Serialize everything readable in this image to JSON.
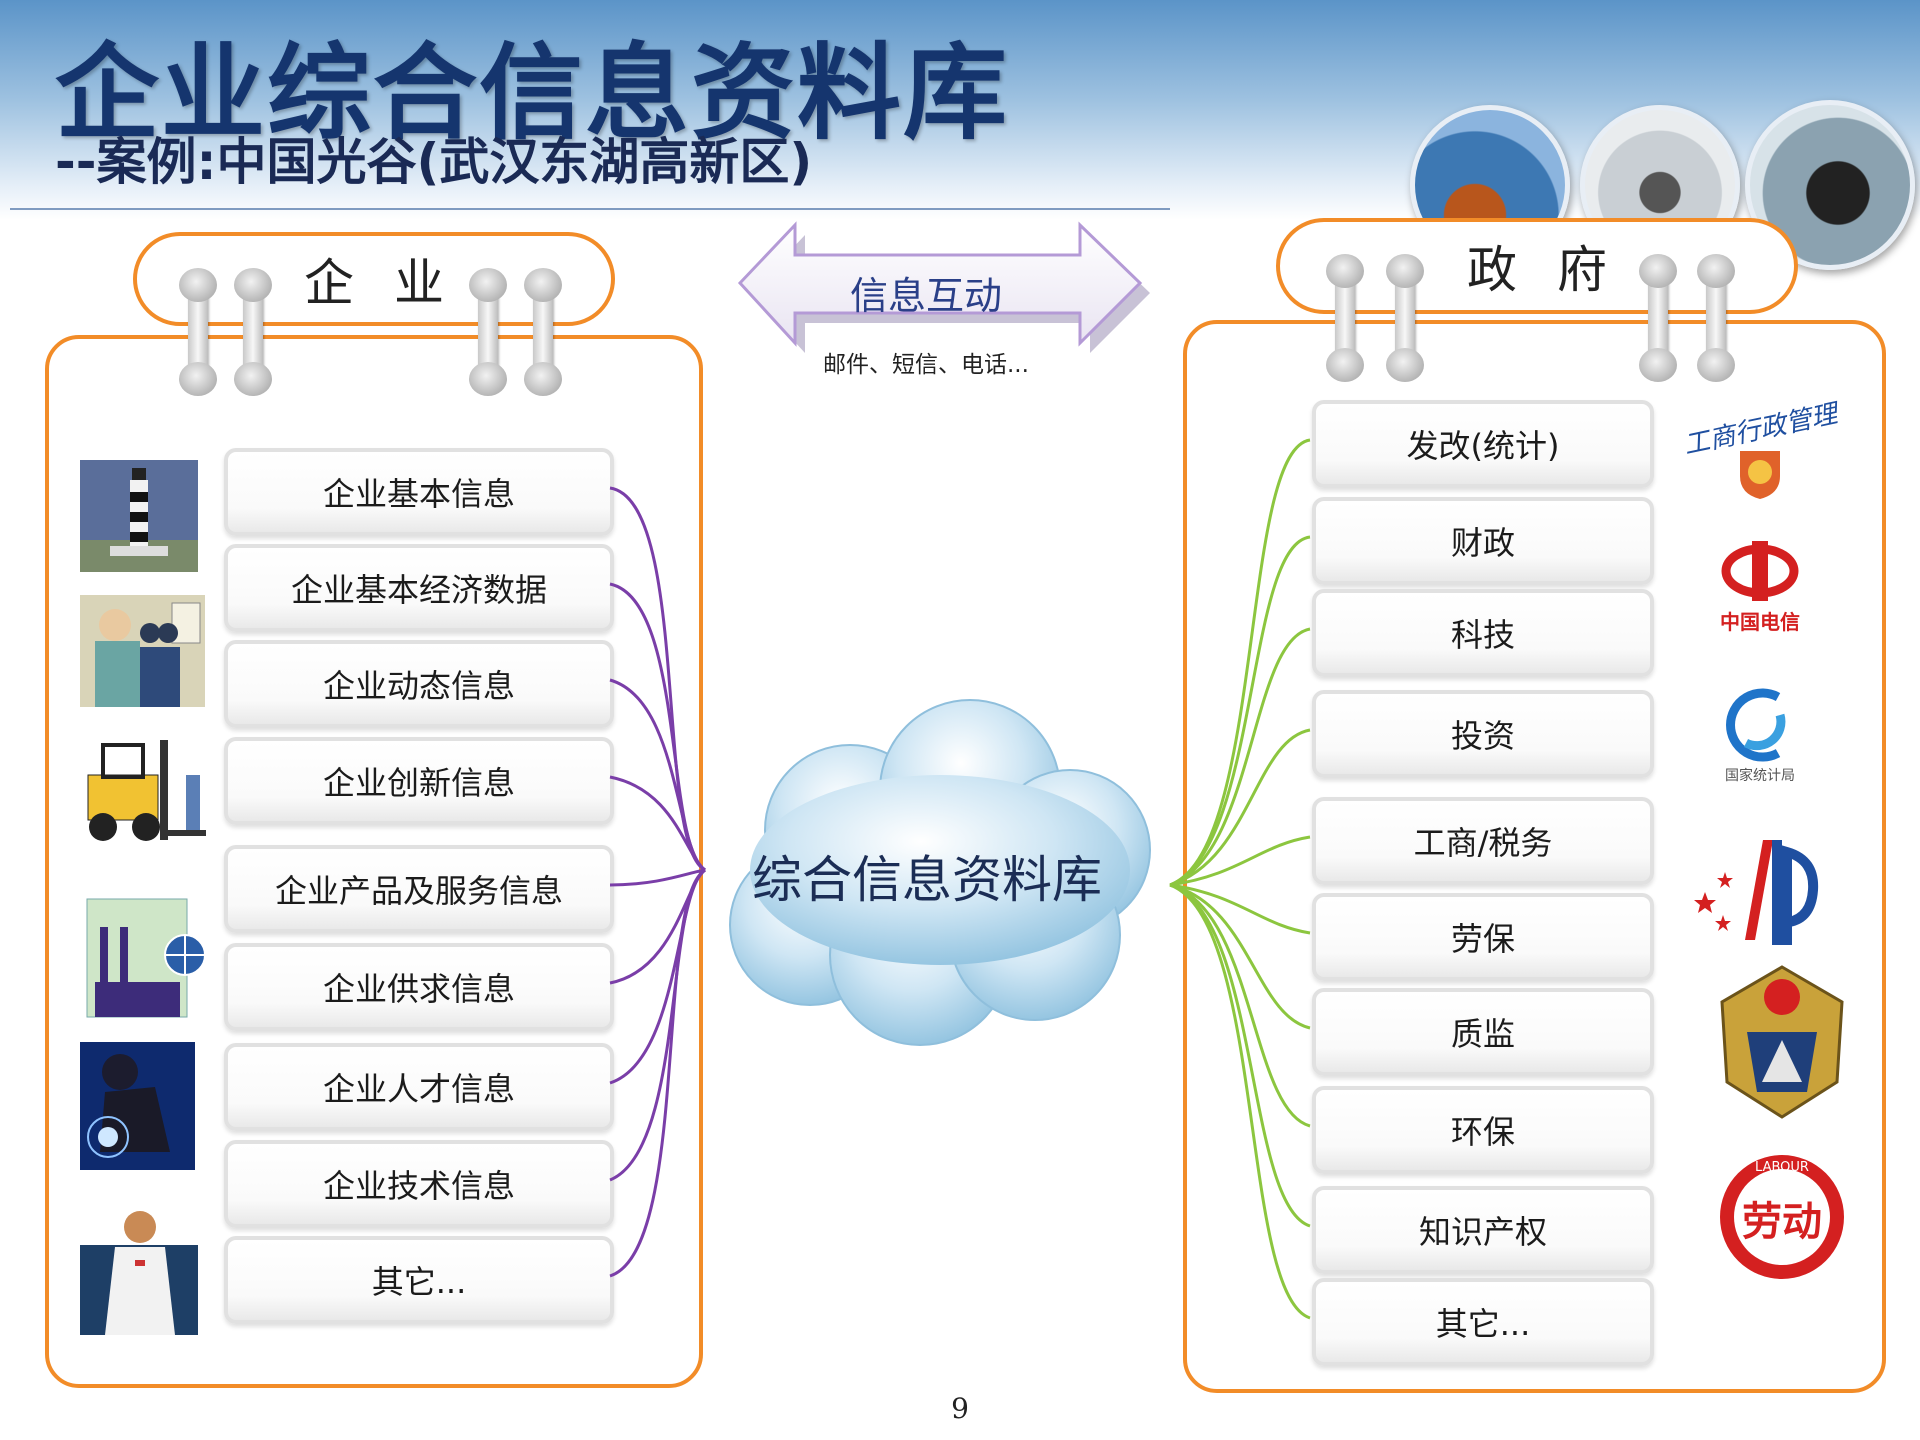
{
  "header": {
    "title": "企业综合信息资料库",
    "subtitle": "--案例:中国光谷(武汉东湖高新区)"
  },
  "enterprise": {
    "tab_label": "企 业",
    "items": [
      "企业基本信息",
      "企业基本经济数据",
      "企业动态信息",
      "企业创新信息",
      "企业产品及服务信息",
      "企业供求信息",
      "企业人才信息",
      "企业技术信息",
      "其它..."
    ],
    "pictures": [
      "lighthouse",
      "engineer",
      "forklift",
      "factory-globe",
      "welder",
      "doctor"
    ]
  },
  "government": {
    "tab_label": "政 府",
    "items": [
      "发改(统计)",
      "财政",
      "科技",
      "投资",
      "工商/税务",
      "劳保",
      "质监",
      "环保",
      "知识产权",
      "其它..."
    ],
    "logos": {
      "industry_commerce_text": "工商行政管理",
      "telecom_text": "中国电信",
      "statistics_text": "国家统计局",
      "labour_ring_text": "LABOUR",
      "labour_text": "劳动"
    }
  },
  "exchange": {
    "title": "信息互动",
    "subtitle": "邮件、短信、电话..."
  },
  "center": {
    "label": "综合信息资料库"
  },
  "colors": {
    "frame": "#f28c28",
    "enterprise_links": "#7a3ea8",
    "government_links": "#8cc63f",
    "title": "#15356e"
  },
  "footer": {
    "page_number": "9"
  }
}
